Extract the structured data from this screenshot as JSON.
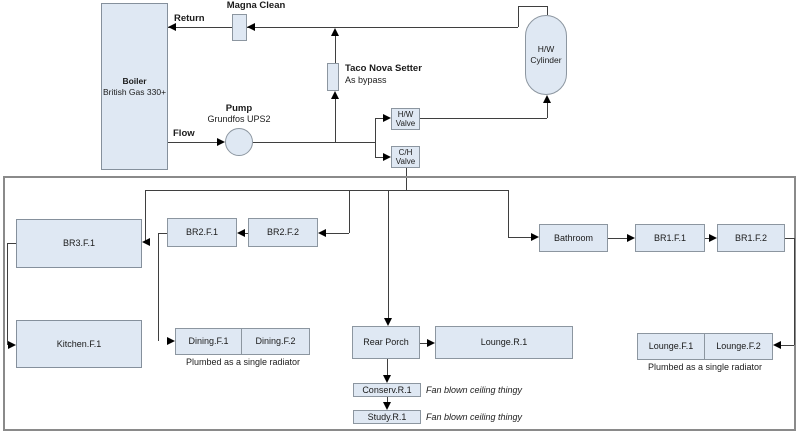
{
  "colors": {
    "box_fill": "#dfe8f3",
    "box_border": "#8c96a0",
    "connector_line": "#3f3f3f",
    "arrowhead": "#000000",
    "frame_border": "#8a8a8a",
    "text": "#1b1b1b"
  },
  "boiler": {
    "title": "Boiler",
    "subtitle": "British Gas 330+"
  },
  "flow_labels": {
    "return": "Return",
    "flow": "Flow"
  },
  "magna_clean": {
    "title": "Magna Clean"
  },
  "pump": {
    "title": "Pump",
    "subtitle": "Grundfos UPS2"
  },
  "taco": {
    "title": "Taco Nova Setter",
    "subtitle": "As bypass"
  },
  "hw_valve": {
    "line1": "H/W",
    "line2": "Valve"
  },
  "ch_valve": {
    "line1": "C/H",
    "line2": "Valve"
  },
  "cylinder": {
    "line1": "H/W",
    "line2": "Cylinder"
  },
  "radiators": {
    "br3f1": "BR3.F.1",
    "kitchenf1": "Kitchen.F.1",
    "br2f1": "BR2.F.1",
    "br2f2": "BR2.F.2",
    "diningf1": "Dining.F.1",
    "diningf2": "Dining.F.2",
    "dining_note": "Plumbed as a single radiator",
    "rear_porch": "Rear Porch",
    "lounger1": "Lounge.R.1",
    "conservr1": "Conserv.R.1",
    "conserv_note": "Fan blown ceiling thingy",
    "studyr1": "Study.R.1",
    "study_note": "Fan blown ceiling thingy",
    "bathroom": "Bathroom",
    "br1f1": "BR1.F.1",
    "br1f2": "BR1.F.2",
    "loungef1": "Lounge.F.1",
    "loungef2": "Lounge.F.2",
    "lounge_note": "Plumbed as a single radiator"
  }
}
